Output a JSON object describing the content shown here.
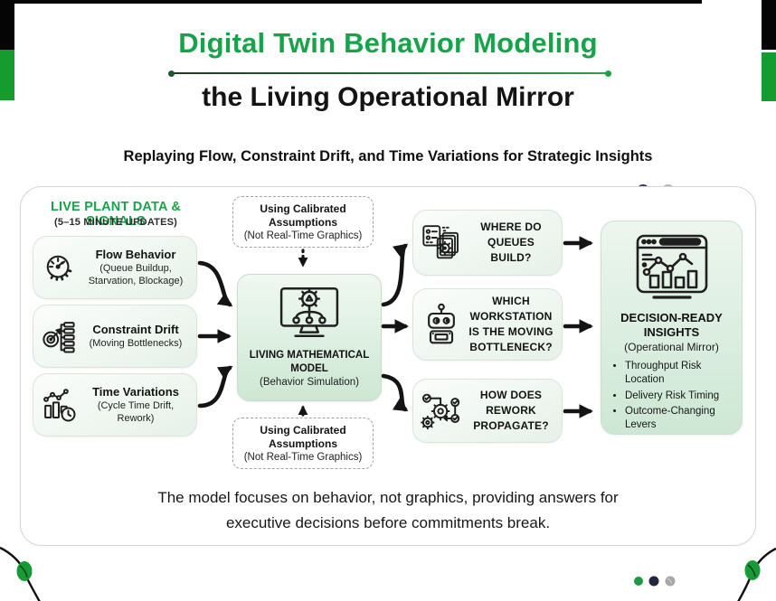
{
  "header": {
    "title": "Digital Twin Behavior Modeling",
    "subtitle": "the Living Operational Mirror",
    "tagline": "Replaying Flow, Constraint Drift, and Time Variations for Strategic Insights"
  },
  "live_data": {
    "heading": "LIVE PLANT DATA & SIGNALS",
    "subheading": "(5–15 MINUTE UPDATES)",
    "items": [
      {
        "title": "Flow Behavior",
        "subtitle": "(Queue Buildup, Starvation, Blockage)",
        "icon": "gauge-gear-icon"
      },
      {
        "title": "Constraint Drift",
        "subtitle": "(Moving Bottlenecks)",
        "icon": "target-checklist-icon"
      },
      {
        "title": "Time Variations",
        "subtitle": "(Cycle Time Drift, Rework)",
        "icon": "bar-chart-clock-icon"
      }
    ]
  },
  "calibration_top": {
    "title": "Using Calibrated Assumptions",
    "note": "(Not Real-Time Graphics)"
  },
  "calibration_bottom": {
    "title": "Using Calibrated Assumptions",
    "note": "(Not Real-Time Graphics)"
  },
  "model": {
    "title": "LIVING MATHEMATICAL MODEL",
    "subtitle": "(Behavior Simulation)",
    "icon": "monitor-gear-network-icon"
  },
  "questions": [
    {
      "label": "WHERE DO QUEUES BUILD?",
      "icon": "documents-gear-icon"
    },
    {
      "label": "WHICH WORKSTATION IS THE MOVING BOTTLENECK?",
      "icon": "robot-icon"
    },
    {
      "label": "HOW DOES REWORK PROPAGATE?",
      "icon": "gears-checkflow-icon"
    }
  ],
  "insights": {
    "title": "DECISION-READY INSIGHTS",
    "subtitle": "(Operational Mirror)",
    "icon": "dashboard-chart-icon",
    "bullets": [
      "Throughput Risk Location",
      "Delivery Risk Timing",
      "Outcome-Changing Levers"
    ]
  },
  "summary_note": {
    "line1": "The model focuses on behavior, not graphics, providing answers for",
    "line2": "executive decisions before commitments break."
  },
  "colors": {
    "accent_green": "#17a34a",
    "edge_green": "#169b2f",
    "edge_black": "#050505",
    "card_green_light": "#e6f1e8",
    "card_green": "#cde7d3",
    "text": "#161616"
  }
}
